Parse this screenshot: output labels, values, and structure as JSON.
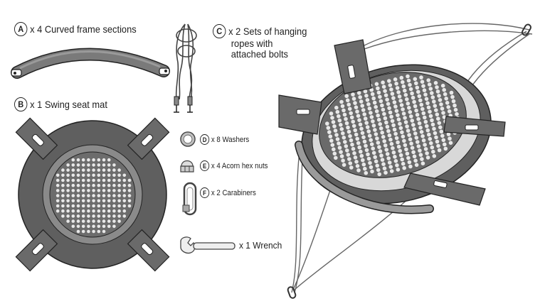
{
  "parts": [
    {
      "letter": "A",
      "text": "x 4 Curved frame sections",
      "icon": "curved-frame-icon"
    },
    {
      "letter": "B",
      "text": "x 1 Swing seat mat",
      "icon": "seat-mat-icon"
    },
    {
      "letter": "C",
      "text": "x 2 Sets of hanging",
      "text2": "ropes with",
      "text3": "attached bolts",
      "icon": "hanging-ropes-icon"
    },
    {
      "letter": "D",
      "text": "x 8 Washers",
      "icon": "washer-icon"
    },
    {
      "letter": "E",
      "text": "x 4 Acorn hex nuts",
      "icon": "acorn-nut-icon"
    },
    {
      "letter": "F",
      "text": "x 2 Carabiners",
      "icon": "carabiner-icon"
    },
    {
      "letter": "",
      "text": "x 1 Wrench",
      "icon": "wrench-icon"
    }
  ],
  "colors": {
    "mat_dark": "#5f5f5f",
    "mat_mid": "#8a8a8a",
    "mat_light": "#bdbdbd",
    "hole": "#e8e8e8",
    "outline": "#222222"
  }
}
